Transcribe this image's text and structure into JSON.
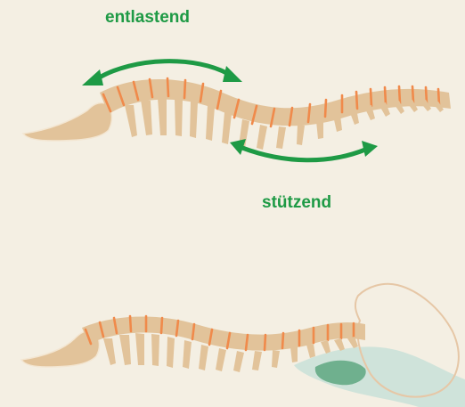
{
  "labels": {
    "relieving": "entlastend",
    "supporting": "stützend"
  },
  "colors": {
    "background": "#f4efe3",
    "bone": "#e2c39a",
    "bone_outline": "#f3e6d2",
    "disc": "#f08a4b",
    "arrow": "#1e9a45",
    "pillow_light": "#cfe3da",
    "pillow_dark": "#6fb08e",
    "head_outline": "#e6c7a6"
  },
  "diagrams": [
    {
      "name": "spine-with-forces",
      "arrows": [
        "entlastend",
        "stützend"
      ]
    },
    {
      "name": "spine-lying-with-pillow"
    }
  ]
}
